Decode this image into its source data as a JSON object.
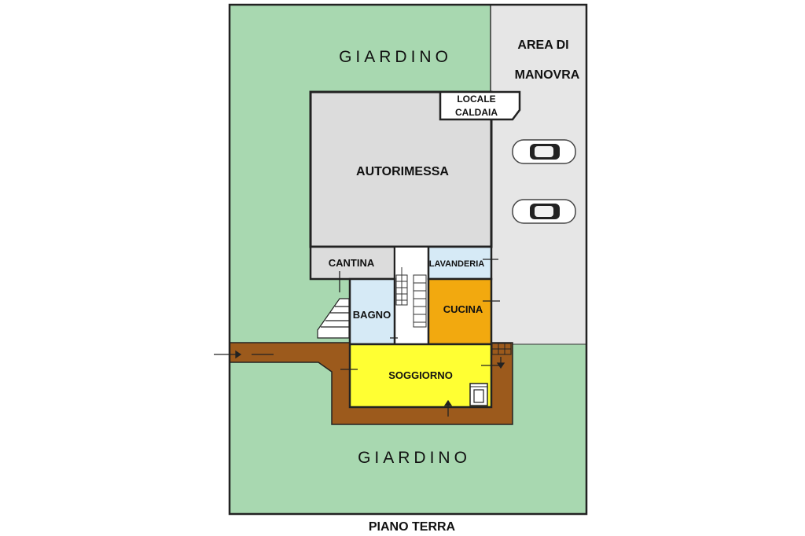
{
  "plan": {
    "title": "PIANO TERRA",
    "areas": {
      "garden_top": "GIARDINO",
      "garden_bottom": "GIARDINO",
      "maneuver_line1": "AREA DI",
      "maneuver_line2": "MANOVRA"
    },
    "rooms": {
      "garage": "AUTORIMESSA",
      "boiler_line1": "LOCALE",
      "boiler_line2": "CALDAIA",
      "cellar": "CANTINA",
      "laundry": "LAVANDERIA",
      "bathroom": "BAGNO",
      "kitchen": "CUCINA",
      "living": "SOGGIORNO"
    },
    "colors": {
      "garden": "#a8d8b0",
      "paving": "#e6e6e6",
      "garage": "#dcdcdc",
      "blue_rooms": "#d6eaf6",
      "kitchen": "#f2a90f",
      "living": "#ffff33",
      "path": "#9c5a1c"
    }
  }
}
